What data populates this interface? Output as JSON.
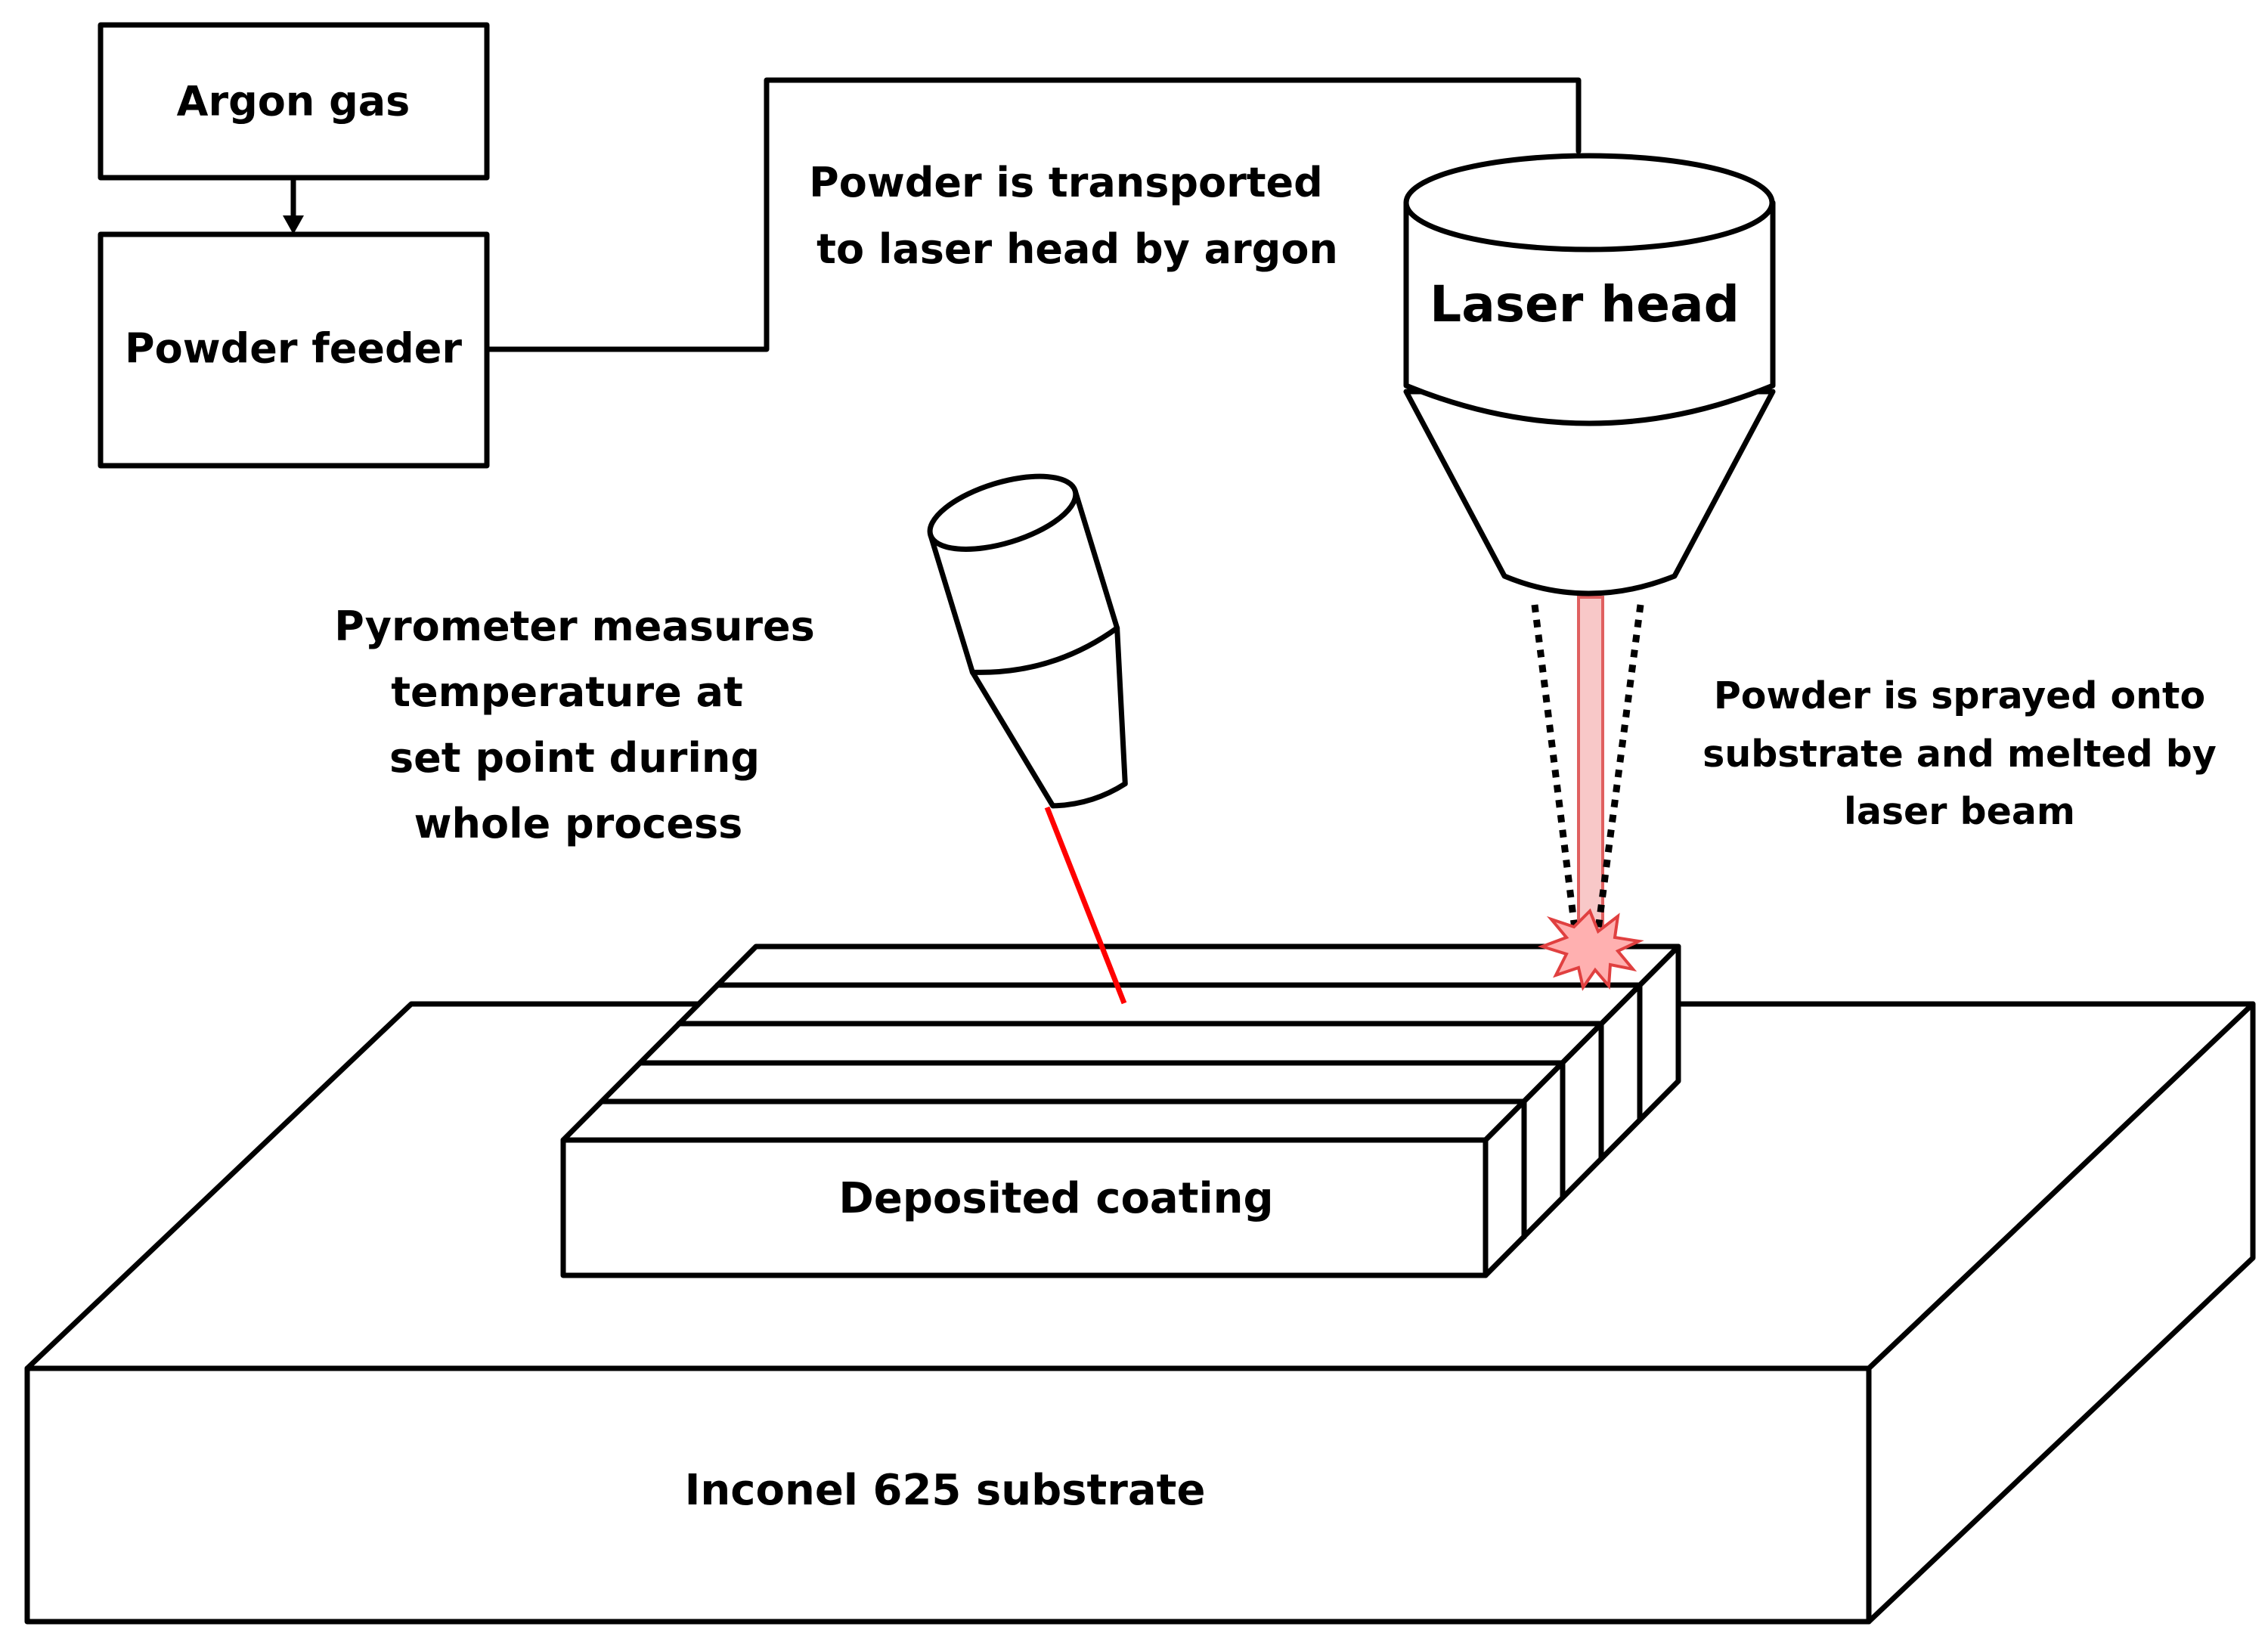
{
  "labels": {
    "argon_gas": "Argon gas",
    "powder_feeder": "Powder feeder",
    "transport_line1": "Powder is transported",
    "transport_line2": "to laser  head by argon",
    "laser_head": "Laser head",
    "pyrometer_line1": "Pyrometer measures",
    "pyrometer_line2": "temperature at",
    "pyrometer_line3": "set point  during",
    "pyrometer_line4": "whole process",
    "spray_line1": "Powder is sprayed onto",
    "spray_line2": "substrate and melted by",
    "spray_line3": "laser beam",
    "coating": "Deposited  coating",
    "substrate": "Inconel 625 substrate"
  },
  "colors": {
    "outline": "#000000",
    "background": "#ffffff",
    "pyrometer_beam": "#ff0000",
    "laser_beam_fill": "#f8c8c8",
    "laser_beam_edge": "#e06060",
    "melt_spark_fill": "#ffb0b0",
    "melt_spark_edge": "#e04040"
  },
  "icons": {
    "laser_head": "laser-nozzle-icon",
    "pyrometer": "pyrometer-sensor-icon",
    "melt_pool": "spark-icon"
  }
}
